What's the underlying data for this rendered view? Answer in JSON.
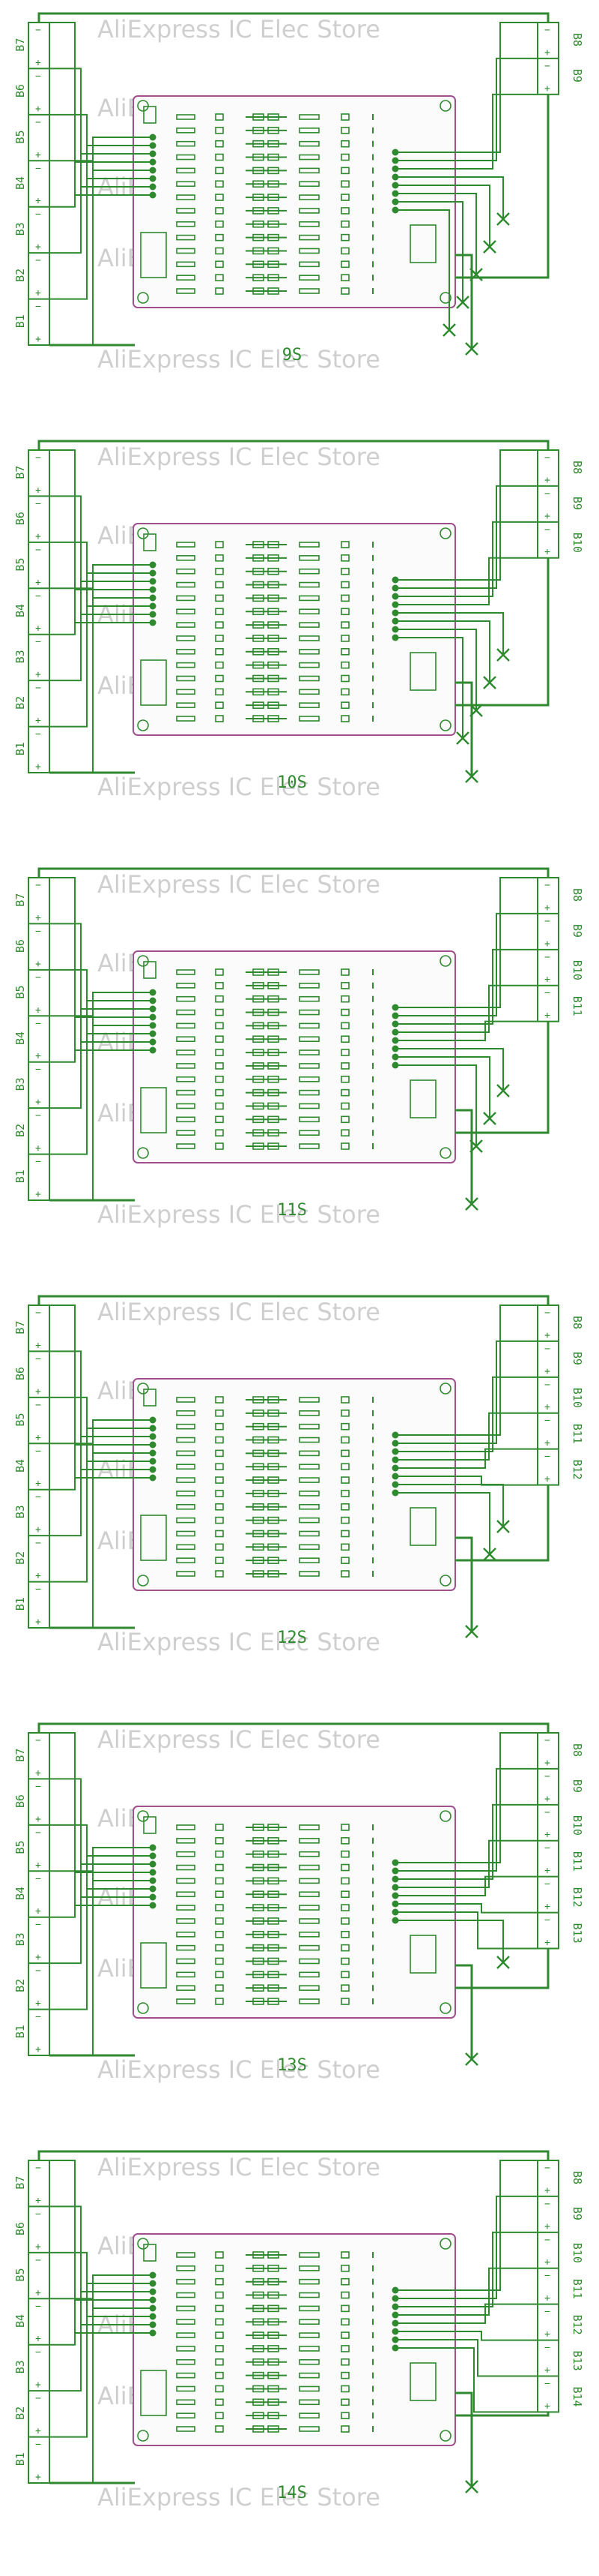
{
  "panels": [
    {
      "caption": "9S",
      "cells": 9
    },
    {
      "caption": "10S",
      "cells": 10
    },
    {
      "caption": "11S",
      "cells": 11
    },
    {
      "caption": "12S",
      "cells": 12
    },
    {
      "caption": "13S",
      "cells": 13
    },
    {
      "caption": "14S",
      "cells": 14
    }
  ],
  "cell_prefix": "B",
  "plus_sign": "+",
  "minus_sign": "−",
  "watermark": "AliExpress IC Elec Store",
  "colors": {
    "trace": "#2f8a2f",
    "board_outline": "#a0508f",
    "watermark": "#cfcfcf"
  }
}
